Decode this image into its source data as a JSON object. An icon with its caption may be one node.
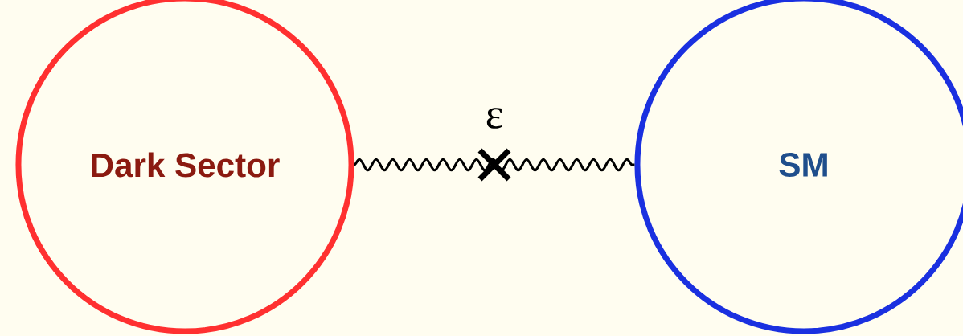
{
  "diagram": {
    "nodes": [
      {
        "text": [
          "Dark Sector"
        ]
      },
      {
        "text": [
          "SM"
        ]
      }
    ],
    "edges": [
      {
        "from": 0,
        "to": 1,
        "arrow": "none",
        "label": "ε"
      }
    ]
  }
}
